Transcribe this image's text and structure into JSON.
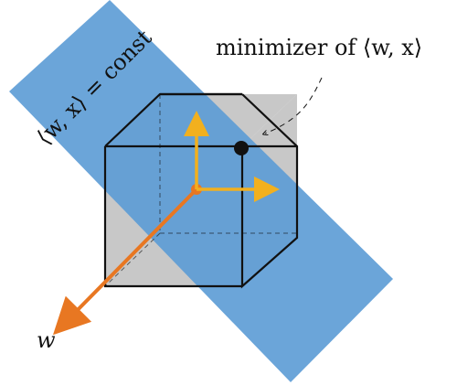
{
  "labels": {
    "minimizer": "minimizer of ⟨w, x⟩",
    "plane": "⟨w, x⟩ = const",
    "axis_w": "w"
  },
  "colors": {
    "plane": "#5b9bd5",
    "cube": "#c8c8c8",
    "arrow_orange": "#e87722",
    "arrow_yellow": "#f2b01e",
    "edges": "#111111"
  },
  "icons": {
    "minimizer_marker": "filled-circle",
    "leader": "dashed-curve-arrow"
  }
}
